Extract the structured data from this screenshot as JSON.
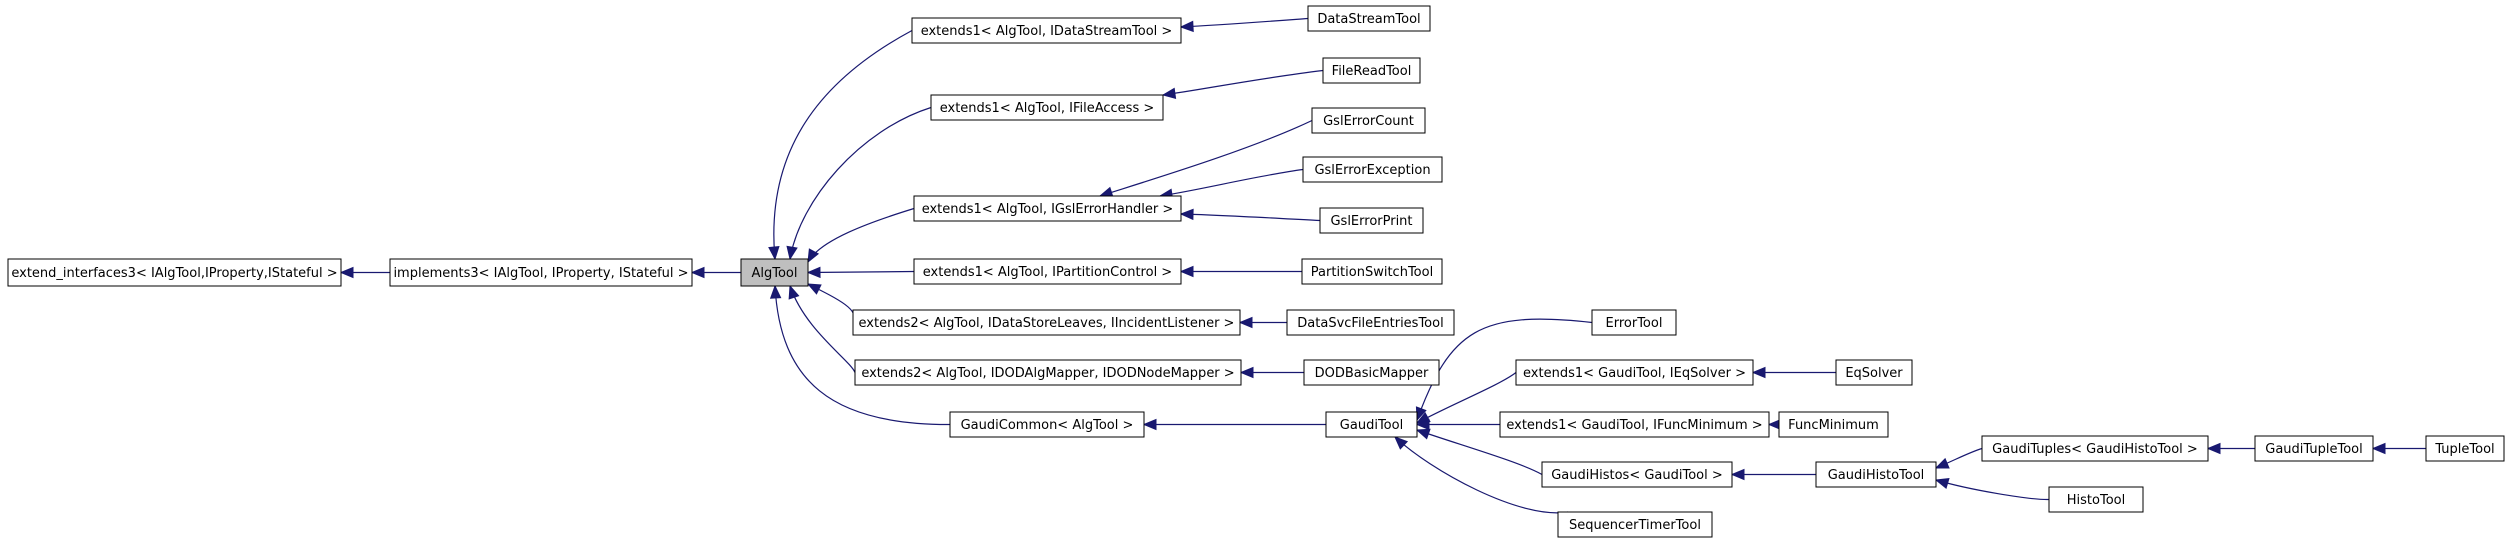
{
  "diagram": {
    "nodes": [
      {
        "id": "extend_interfaces3",
        "label": "extend_interfaces3< IAlgTool,IProperty,IStateful >"
      },
      {
        "id": "implements3",
        "label": "implements3< IAlgTool, IProperty, IStateful >"
      },
      {
        "id": "AlgTool",
        "label": "AlgTool",
        "focus": true
      },
      {
        "id": "ext_datastream",
        "label": "extends1< AlgTool, IDataStreamTool >"
      },
      {
        "id": "ext_fileaccess",
        "label": "extends1< AlgTool, IFileAccess >"
      },
      {
        "id": "ext_gslerror",
        "label": "extends1< AlgTool, IGslErrorHandler >"
      },
      {
        "id": "ext_partition",
        "label": "extends1< AlgTool, IPartitionControl >"
      },
      {
        "id": "ext2_datastoreleaves",
        "label": "extends2< AlgTool, IDataStoreLeaves, IIncidentListener >"
      },
      {
        "id": "ext2_dodalg",
        "label": "extends2< AlgTool, IDODAlgMapper, IDODNodeMapper >"
      },
      {
        "id": "gaudicommon",
        "label": "GaudiCommon< AlgTool >"
      },
      {
        "id": "DataStreamTool",
        "label": "DataStreamTool"
      },
      {
        "id": "FileReadTool",
        "label": "FileReadTool"
      },
      {
        "id": "GslErrorCount",
        "label": "GslErrorCount"
      },
      {
        "id": "GslErrorException",
        "label": "GslErrorException"
      },
      {
        "id": "GslErrorPrint",
        "label": "GslErrorPrint"
      },
      {
        "id": "PartitionSwitchTool",
        "label": "PartitionSwitchTool"
      },
      {
        "id": "DataSvcFileEntriesTool",
        "label": "DataSvcFileEntriesTool"
      },
      {
        "id": "DODBasicMapper",
        "label": "DODBasicMapper"
      },
      {
        "id": "GaudiTool",
        "label": "GaudiTool"
      },
      {
        "id": "ErrorTool",
        "label": "ErrorTool"
      },
      {
        "id": "ext_eqsolver",
        "label": "extends1< GaudiTool, IEqSolver >"
      },
      {
        "id": "EqSolver",
        "label": "EqSolver"
      },
      {
        "id": "ext_funcmin",
        "label": "extends1< GaudiTool, IFuncMinimum >"
      },
      {
        "id": "FuncMinimum",
        "label": "FuncMinimum"
      },
      {
        "id": "gaudihistos",
        "label": "GaudiHistos< GaudiTool >"
      },
      {
        "id": "GaudiHistoTool",
        "label": "GaudiHistoTool"
      },
      {
        "id": "gaudituples",
        "label": "GaudiTuples< GaudiHistoTool >"
      },
      {
        "id": "GaudiTupleTool",
        "label": "GaudiTupleTool"
      },
      {
        "id": "TupleTool",
        "label": "TupleTool"
      },
      {
        "id": "HistoTool",
        "label": "HistoTool"
      },
      {
        "id": "SequencerTimerTool",
        "label": "SequencerTimerTool"
      }
    ],
    "edges": [
      {
        "from": "implements3",
        "to": "extend_interfaces3"
      },
      {
        "from": "AlgTool",
        "to": "implements3"
      },
      {
        "from": "ext_datastream",
        "to": "AlgTool"
      },
      {
        "from": "ext_fileaccess",
        "to": "AlgTool"
      },
      {
        "from": "ext_gslerror",
        "to": "AlgTool"
      },
      {
        "from": "ext_partition",
        "to": "AlgTool"
      },
      {
        "from": "ext2_datastoreleaves",
        "to": "AlgTool"
      },
      {
        "from": "ext2_dodalg",
        "to": "AlgTool"
      },
      {
        "from": "gaudicommon",
        "to": "AlgTool"
      },
      {
        "from": "DataStreamTool",
        "to": "ext_datastream"
      },
      {
        "from": "FileReadTool",
        "to": "ext_fileaccess"
      },
      {
        "from": "GslErrorCount",
        "to": "ext_gslerror"
      },
      {
        "from": "GslErrorException",
        "to": "ext_gslerror"
      },
      {
        "from": "GslErrorPrint",
        "to": "ext_gslerror"
      },
      {
        "from": "PartitionSwitchTool",
        "to": "ext_partition"
      },
      {
        "from": "DataSvcFileEntriesTool",
        "to": "ext2_datastoreleaves"
      },
      {
        "from": "DODBasicMapper",
        "to": "ext2_dodalg"
      },
      {
        "from": "GaudiTool",
        "to": "gaudicommon"
      },
      {
        "from": "ErrorTool",
        "to": "GaudiTool"
      },
      {
        "from": "ext_eqsolver",
        "to": "GaudiTool"
      },
      {
        "from": "ext_funcmin",
        "to": "GaudiTool"
      },
      {
        "from": "gaudihistos",
        "to": "GaudiTool"
      },
      {
        "from": "SequencerTimerTool",
        "to": "GaudiTool"
      },
      {
        "from": "EqSolver",
        "to": "ext_eqsolver"
      },
      {
        "from": "FuncMinimum",
        "to": "ext_funcmin"
      },
      {
        "from": "GaudiHistoTool",
        "to": "gaudihistos"
      },
      {
        "from": "gaudituples",
        "to": "GaudiHistoTool"
      },
      {
        "from": "HistoTool",
        "to": "GaudiHistoTool"
      },
      {
        "from": "GaudiTupleTool",
        "to": "gaudituples"
      },
      {
        "from": "TupleTool",
        "to": "GaudiTupleTool"
      }
    ]
  }
}
